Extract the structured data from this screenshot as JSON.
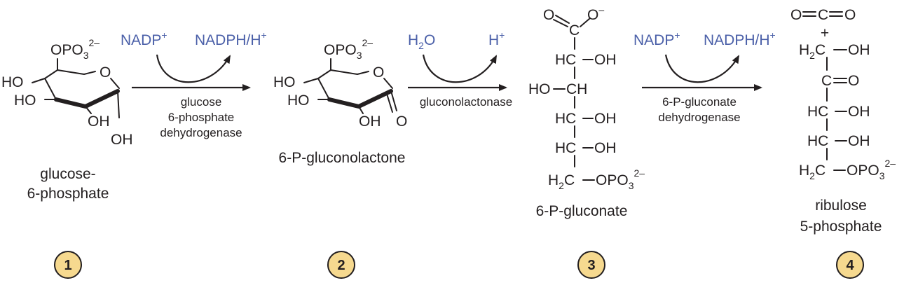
{
  "colors": {
    "cofactor_blue": "#4a5fa8",
    "badge_fill": "#f6d98f",
    "ink": "#231f20"
  },
  "compounds": [
    {
      "name": "glucose-\n6-phosphate",
      "line1": "glucose-",
      "line2": "6-phosphate",
      "step": "1"
    },
    {
      "name": "6-P-gluconolactone",
      "step": "2"
    },
    {
      "name": "6-P-gluconate",
      "step": "3"
    },
    {
      "line1": "ribulose",
      "line2": "5-phosphate",
      "step": "4"
    }
  ],
  "reactions": [
    {
      "input": "NADP",
      "input_sup": "+",
      "output": "NADPH/H",
      "output_sup": "+",
      "enzyme_lines": [
        "glucose",
        "6-phosphate",
        "dehydrogenase"
      ]
    },
    {
      "input": "H",
      "input_sub": "2",
      "input_tail": "O",
      "output": "H",
      "output_sup": "+",
      "enzyme_lines": [
        "gluconolactonase"
      ]
    },
    {
      "input": "NADP",
      "input_sup": "+",
      "output": "NADPH/H",
      "output_sup": "+",
      "enzyme_lines": [
        "6-P-gluconate",
        "dehydrogenase"
      ]
    }
  ],
  "atoms": {
    "opo3": "OPO",
    "sub3": "3",
    "sup2minus": "2–",
    "ho": "HO",
    "oh": "OH",
    "o": "O",
    "h2c": "H",
    "sub2": "2",
    "c": "C",
    "hc": "HC",
    "ch": "CH",
    "ominus_sup": "–",
    "plus": "+",
    "co2_o": "O",
    "co2_c": "C",
    "co2_o2": "O"
  }
}
